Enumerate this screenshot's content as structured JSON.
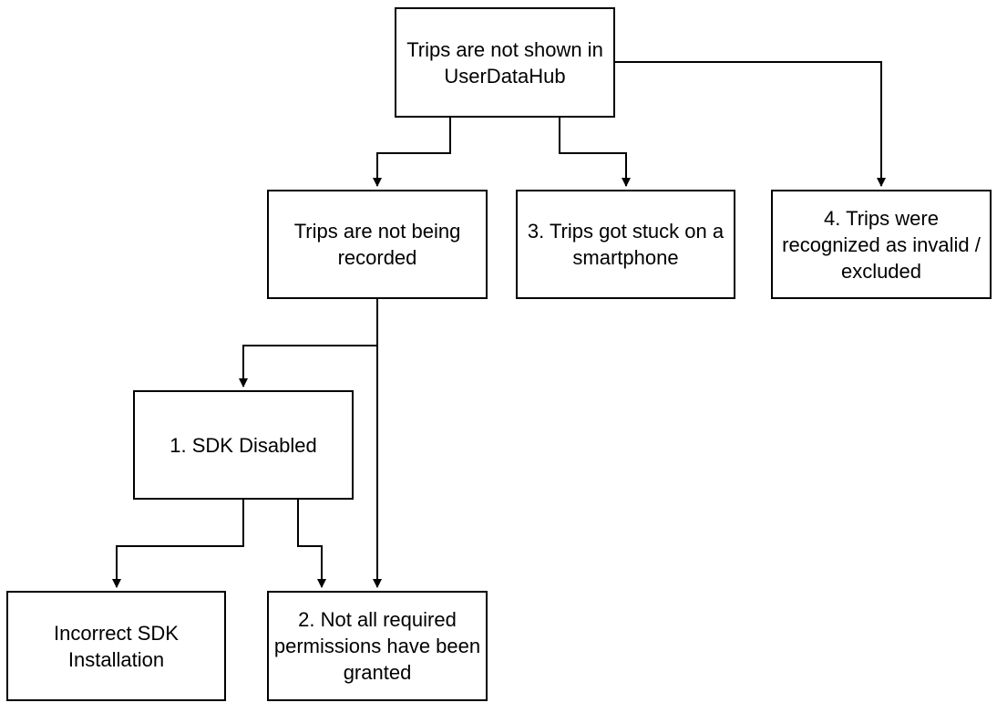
{
  "nodes": {
    "root": "Trips are not shown in UserDataHub",
    "not_recorded": "Trips are not being recorded",
    "stuck": "3. Trips got stuck on a smartphone",
    "invalid": "4. Trips were recognized as invalid / excluded",
    "sdk_disabled": "1. SDK Disabled",
    "incorrect_install": "Incorrect SDK Installation",
    "permissions": "2. Not all required permissions have been granted"
  },
  "style": {
    "stroke": "#000000",
    "fill": "#ffffff"
  }
}
